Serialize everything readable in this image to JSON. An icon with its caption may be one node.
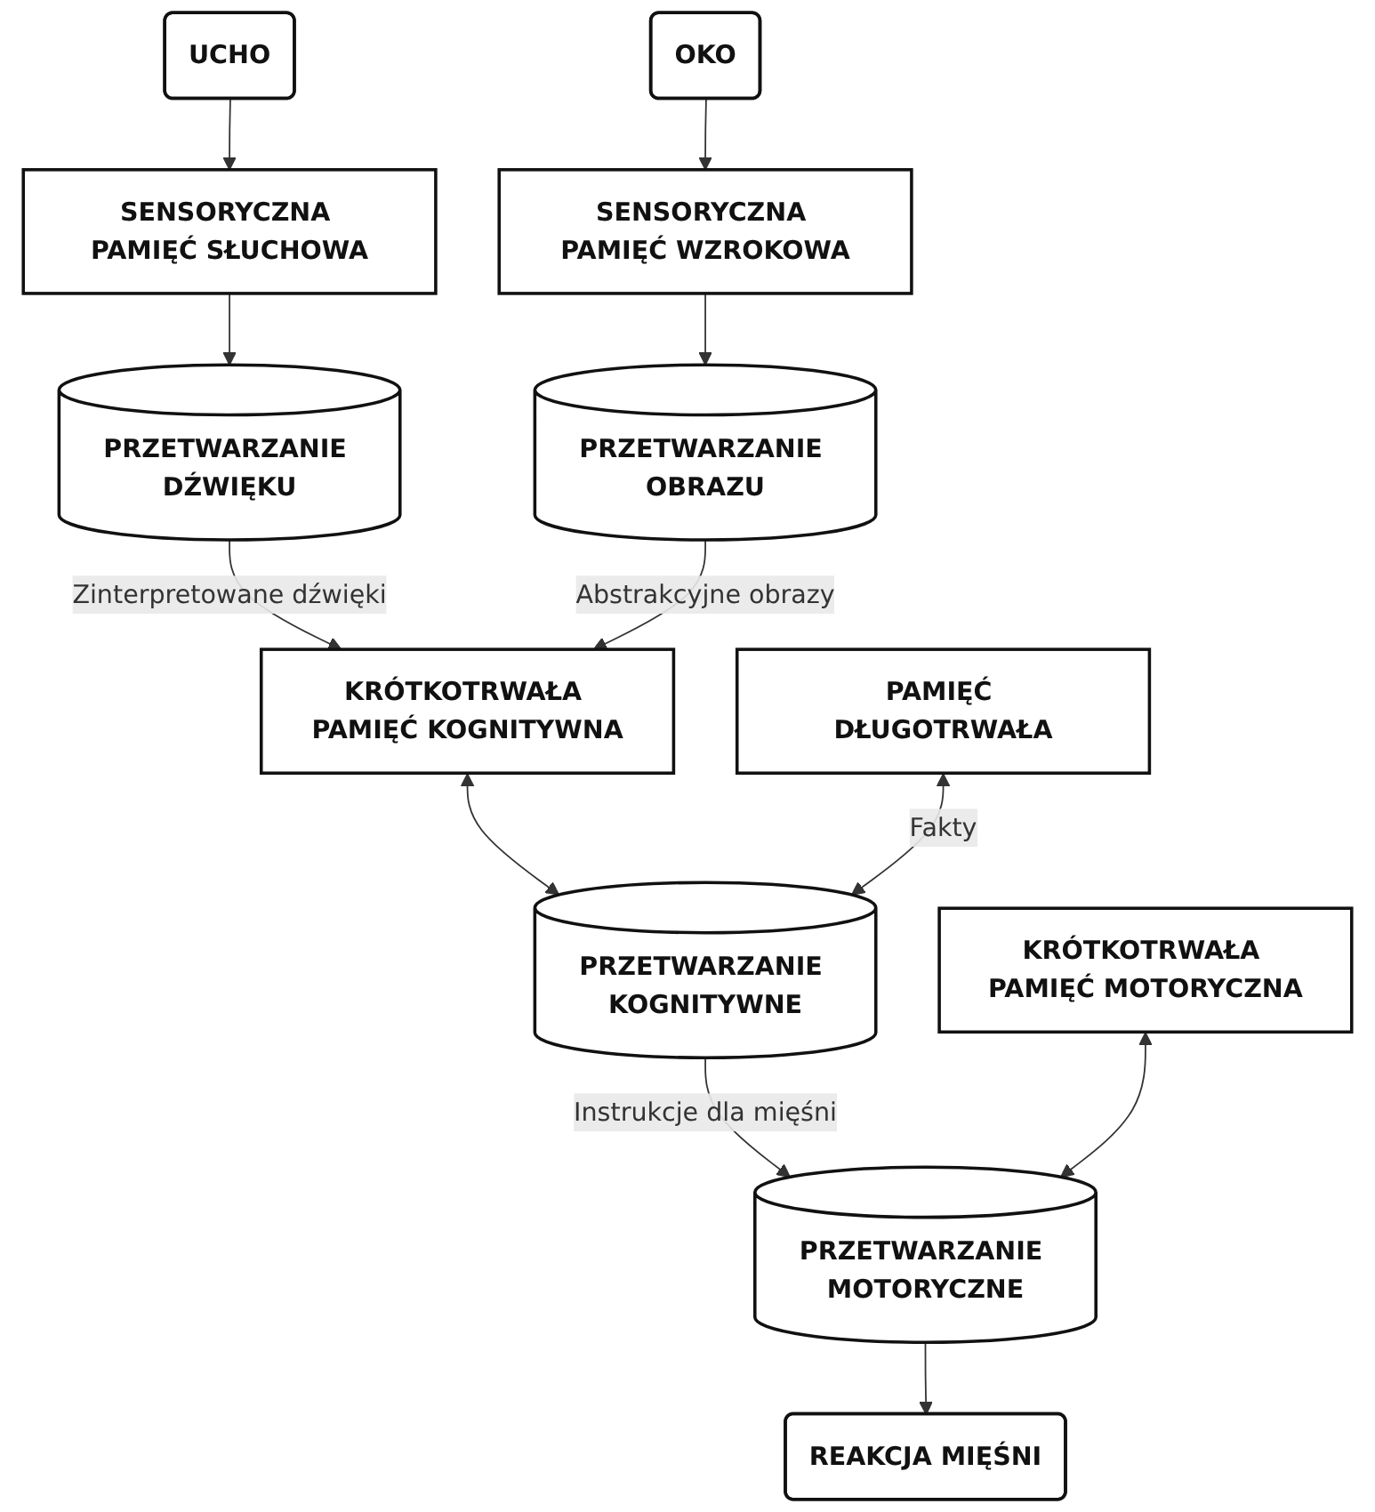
{
  "diagram": {
    "nodes": [
      {
        "text": [
          "UCHO"
        ]
      },
      {
        "text": [
          "OKO"
        ]
      },
      {
        "text": [
          "SENSORYCZNA PAMIĘĆ SŁUCHOWA"
        ]
      },
      {
        "text": [
          "SENSORYCZNA PAMIĘĆ WZROKOWA"
        ]
      },
      {
        "text": [
          "PRZETWARZANIE DŹWIĘKU"
        ]
      },
      {
        "text": [
          "PRZETWARZANIE OBRAZU"
        ]
      },
      {
        "text": [
          "KRÓTKOTRWAŁA PAMIĘĆ KOGNITYWNA"
        ]
      },
      {
        "text": [
          "PAMIĘĆ DŁUGOTRWAŁA"
        ]
      },
      {
        "text": [
          "PRZETWARZANIE KOGNITYWNE"
        ]
      },
      {
        "text": [
          "KRÓTKOTRWAŁA PAMIĘĆ MOTORYCZNA"
        ]
      },
      {
        "text": [
          "PRZETWARZANIE MOTORYCZNE"
        ]
      },
      {
        "text": [
          "REAKCJA MIĘŚNI"
        ]
      }
    ],
    "edges": [
      {
        "from": 0,
        "to": 2,
        "arrow": "to"
      },
      {
        "from": 1,
        "to": 3,
        "arrow": "to"
      },
      {
        "from": 2,
        "to": 4,
        "arrow": "to"
      },
      {
        "from": 3,
        "to": 5,
        "arrow": "to"
      },
      {
        "from": 4,
        "to": 6,
        "arrow": "to",
        "label": "Zinterpretowane dźwięki"
      },
      {
        "from": 5,
        "to": 6,
        "arrow": "to",
        "label": "Abstrakcyjne obrazy"
      },
      {
        "from": 6,
        "to": 8,
        "arrow": "both"
      },
      {
        "from": 7,
        "to": 8,
        "arrow": "both",
        "label": "Fakty"
      },
      {
        "from": 8,
        "to": 10,
        "arrow": "to",
        "label": "Instrukcje dla mięśni"
      },
      {
        "from": 9,
        "to": 10,
        "arrow": "both"
      },
      {
        "from": 10,
        "to": 11,
        "arrow": "to"
      }
    ]
  }
}
